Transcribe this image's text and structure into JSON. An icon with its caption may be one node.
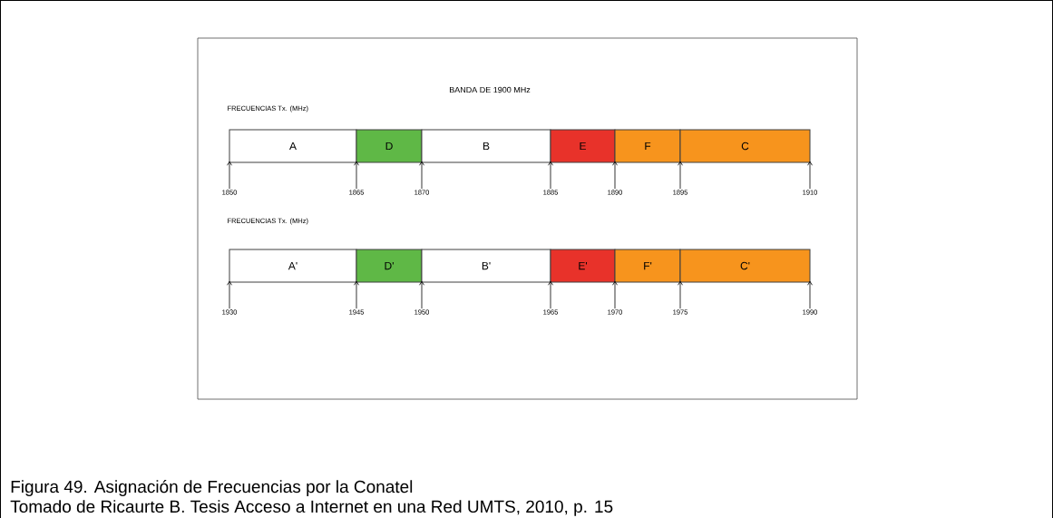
{
  "diagram": {
    "title": "BANDA DE 1900 MHz",
    "caption": "Figura 49. Asignación de Frecuencias por la Conatel",
    "nodes": [
      {
        "text": [
          "A"
        ]
      },
      {
        "text": [
          "D"
        ]
      },
      {
        "text": [
          "B"
        ]
      },
      {
        "text": [
          "E"
        ]
      },
      {
        "text": [
          "F"
        ]
      },
      {
        "text": [
          "C"
        ]
      },
      {
        "text": [
          "A'"
        ]
      },
      {
        "text": [
          "D'"
        ]
      },
      {
        "text": [
          "B'"
        ]
      },
      {
        "text": [
          "E'"
        ]
      },
      {
        "text": [
          "F'"
        ]
      },
      {
        "text": [
          "C'"
        ]
      },
      {
        "text": [
          "1850"
        ]
      },
      {
        "text": [
          "1865"
        ]
      },
      {
        "text": [
          "1870"
        ]
      },
      {
        "text": [
          "1885"
        ]
      },
      {
        "text": [
          "1890"
        ]
      },
      {
        "text": [
          "1895"
        ]
      },
      {
        "text": [
          "1910"
        ]
      },
      {
        "text": [
          "1930"
        ]
      },
      {
        "text": [
          "1945"
        ]
      },
      {
        "text": [
          "1950"
        ]
      },
      {
        "text": [
          "1965"
        ]
      },
      {
        "text": [
          "1970"
        ]
      },
      {
        "text": [
          "1975"
        ]
      },
      {
        "text": [
          "1990"
        ]
      }
    ],
    "edges": [
      {
        "from": 12,
        "to": 0,
        "arrow": "to"
      },
      {
        "from": 13,
        "to": 1,
        "arrow": "to"
      },
      {
        "from": 14,
        "to": 1,
        "arrow": "to"
      },
      {
        "from": 15,
        "to": 3,
        "arrow": "to"
      },
      {
        "from": 16,
        "to": 3,
        "arrow": "to"
      },
      {
        "from": 17,
        "to": 4,
        "arrow": "to"
      },
      {
        "from": 18,
        "to": 5,
        "arrow": "to"
      },
      {
        "from": 19,
        "to": 6,
        "arrow": "to"
      },
      {
        "from": 20,
        "to": 7,
        "arrow": "to"
      },
      {
        "from": 21,
        "to": 7,
        "arrow": "to"
      },
      {
        "from": 22,
        "to": 9,
        "arrow": "to"
      },
      {
        "from": 23,
        "to": 9,
        "arrow": "to"
      },
      {
        "from": 24,
        "to": 10,
        "arrow": "to"
      },
      {
        "from": 25,
        "to": 11,
        "arrow": "to"
      }
    ],
    "labels": [
      "FRECUENCIAS Tx. (MHz)",
      "FRECUENCIAS Tx. (MHz)",
      "Tomado de Ricaurte B. Tesis Acceso a Internet en una Red UMTS, 2010, p. 15"
    ]
  }
}
